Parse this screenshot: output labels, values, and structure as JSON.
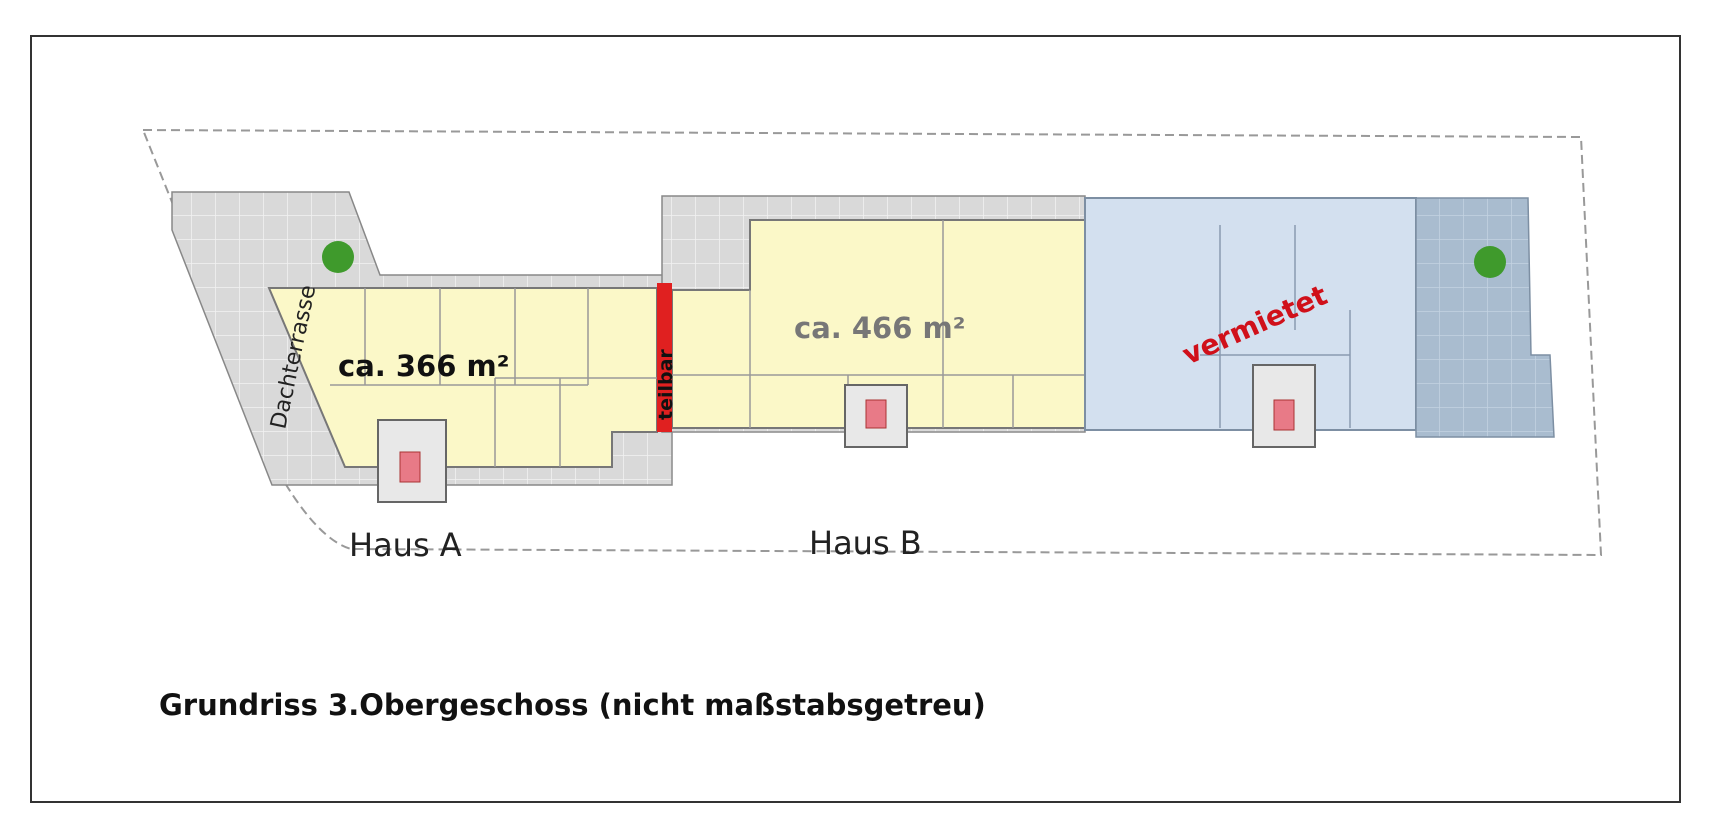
{
  "plan": {
    "caption": "Grundriss 3.Obergeschoss (nicht maßstabsgetreu)",
    "house_a_label": "Haus A",
    "house_b_label": "Haus B",
    "roof_terrace_label": "Dachterrasse",
    "area_a": "ca. 366 m²",
    "area_b": "ca. 466 m²",
    "divisible_label": "teilbar",
    "rented_label": "vermietet"
  },
  "colors": {
    "available": "#fbf8c8",
    "rented": "#d3e0ef",
    "terrace_rented": "#a9bccf",
    "terrace": "#d9d9d9",
    "divider": "#e02020",
    "rented_text": "#d0101a"
  }
}
